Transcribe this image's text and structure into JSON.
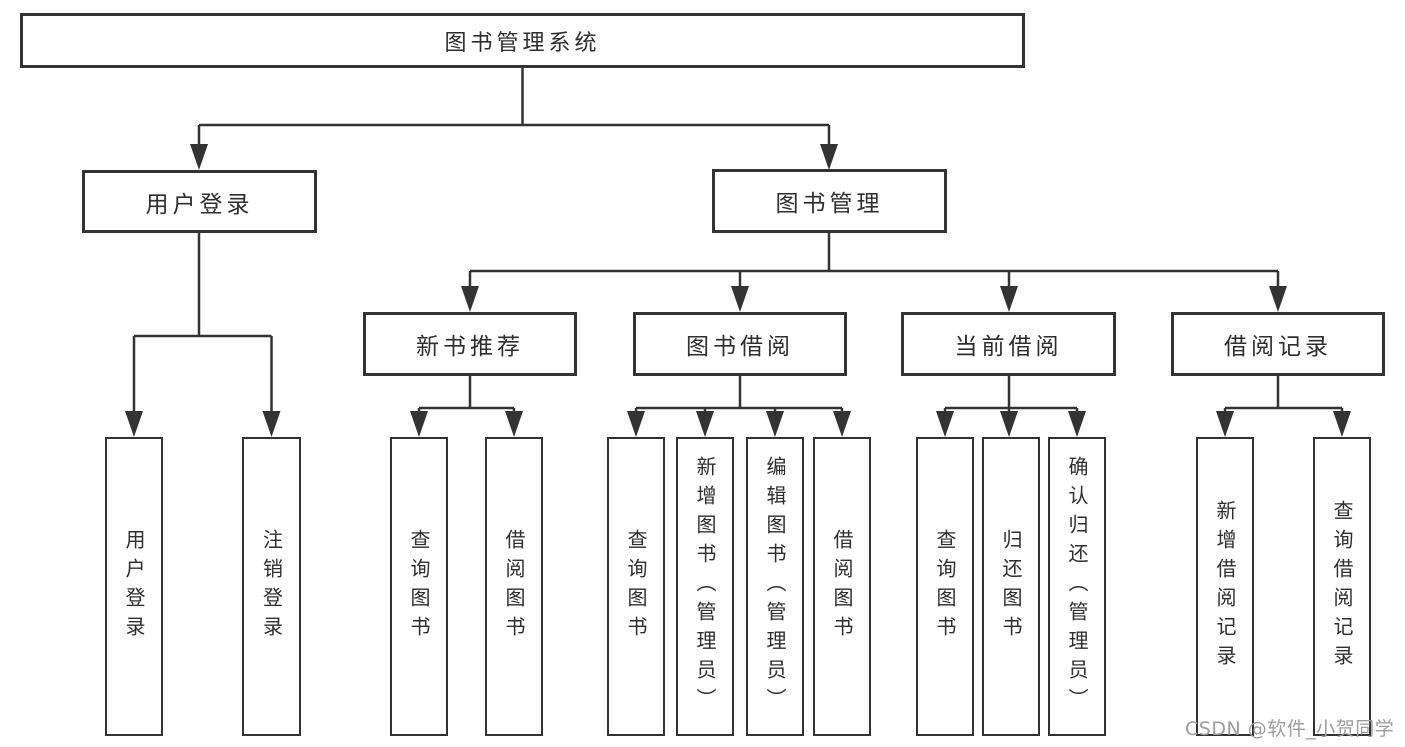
{
  "diagram": {
    "type": "hierarchy-tree",
    "colors": {
      "line": "#333333",
      "box_border": "#333333",
      "text": "#2e2e2e",
      "background": "#ffffff",
      "watermark": "#9d9d9d"
    }
  },
  "nodes": {
    "root": {
      "label": "图书管理系统"
    },
    "user_login": {
      "label": "用户登录"
    },
    "book_mgmt": {
      "label": "图书管理"
    },
    "new_book_rec": {
      "label": "新书推荐"
    },
    "book_borrow": {
      "label": "图书借阅"
    },
    "current_borrow": {
      "label": "当前借阅"
    },
    "borrow_records": {
      "label": "借阅记录"
    },
    "leaf_user_login": {
      "label": "用户登录"
    },
    "leaf_logout": {
      "label": "注销登录"
    },
    "leaf_query_book_a": {
      "label": "查询图书"
    },
    "leaf_borrow_book_a": {
      "label": "借阅图书"
    },
    "leaf_query_book_b": {
      "label": "查询图书"
    },
    "leaf_add_book": {
      "label": "新增图书（管理员）"
    },
    "leaf_edit_book": {
      "label": "编辑图书（管理员）"
    },
    "leaf_borrow_book_b": {
      "label": "借阅图书"
    },
    "leaf_query_book_c": {
      "label": "查询图书"
    },
    "leaf_return_book": {
      "label": "归还图书"
    },
    "leaf_confirm_return": {
      "label": "确认归还（管理员）"
    },
    "leaf_add_borrow_record": {
      "label": "新增借阅记录"
    },
    "leaf_query_borrow_record": {
      "label": "查询借阅记录"
    }
  },
  "watermark": {
    "text": "CSDN @软件_小贺同学"
  }
}
